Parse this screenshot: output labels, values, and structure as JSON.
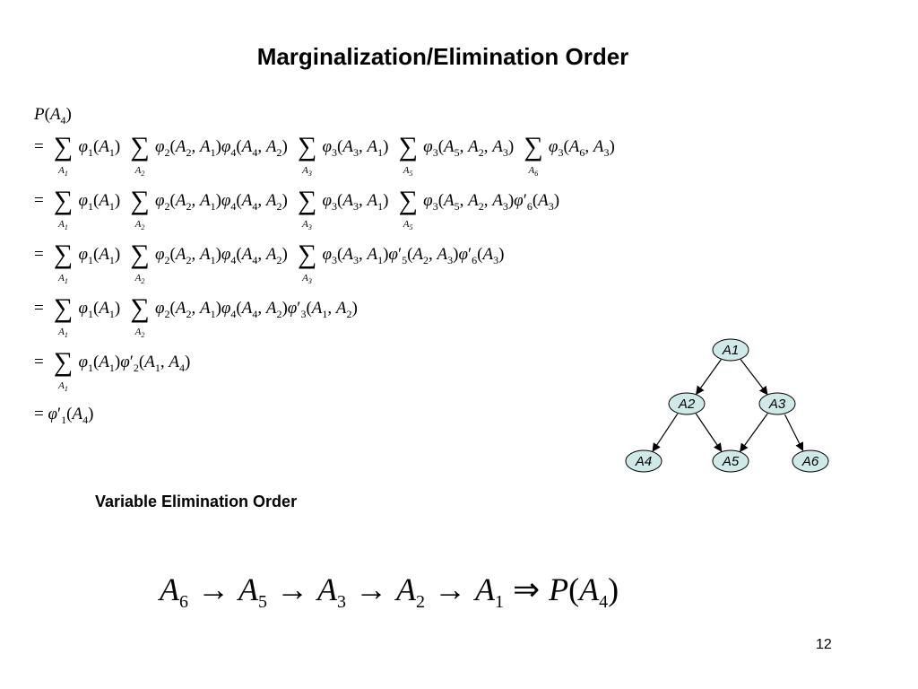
{
  "slide": {
    "title": "Marginalization/Elimination Order",
    "section_label": "Variable Elimination Order",
    "page_number": "12"
  },
  "equations": {
    "lhs": "P(A4)",
    "lines": [
      "= Σ_{A1} φ1(A1) Σ_{A2} φ2(A2, A1) φ4(A4, A2) Σ_{A3} φ3(A3, A1) Σ_{A5} φ3(A5, A2, A3) Σ_{A6} φ3(A6, A3)",
      "= Σ_{A1} φ1(A1) Σ_{A2} φ2(A2, A1) φ4(A4, A2) Σ_{A3} φ3(A3, A1) Σ_{A5} φ3(A5, A2, A3) φ'6(A3)",
      "= Σ_{A1} φ1(A1) Σ_{A2} φ2(A2, A1) φ4(A4, A2) Σ_{A3} φ3(A3, A1) φ'5(A2, A3) φ'6(A3)",
      "= Σ_{A1} φ1(A1) Σ_{A2} φ2(A2, A1) φ4(A4, A2) φ'3(A1, A2)",
      "= Σ_{A1} φ1(A1) φ'2(A1, A4)",
      "= φ'1(A4)"
    ]
  },
  "network": {
    "node_fill": "#cfe8e8",
    "nodes": [
      {
        "id": "A1",
        "label": "A1"
      },
      {
        "id": "A2",
        "label": "A2"
      },
      {
        "id": "A3",
        "label": "A3"
      },
      {
        "id": "A4",
        "label": "A4"
      },
      {
        "id": "A5",
        "label": "A5"
      },
      {
        "id": "A6",
        "label": "A6"
      }
    ],
    "edges": [
      [
        "A1",
        "A2"
      ],
      [
        "A1",
        "A3"
      ],
      [
        "A2",
        "A4"
      ],
      [
        "A2",
        "A5"
      ],
      [
        "A3",
        "A5"
      ],
      [
        "A3",
        "A6"
      ]
    ]
  },
  "elimination_order": {
    "sequence": [
      "A6",
      "A5",
      "A3",
      "A2",
      "A1"
    ],
    "result": "P(A4)"
  }
}
